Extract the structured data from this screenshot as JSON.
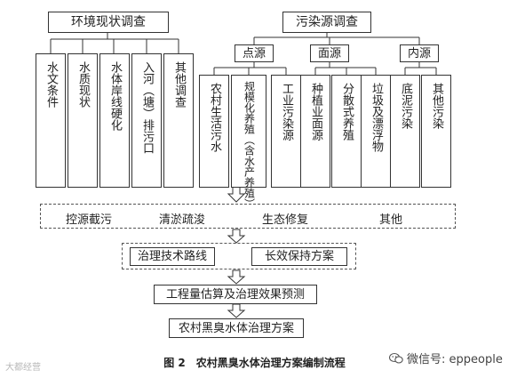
{
  "survey": {
    "environment": {
      "title": "环境现状调查",
      "items": [
        "水文条件",
        "水质现状",
        "水体岸线硬化",
        "入河（塘）排污口",
        "其他调查"
      ]
    },
    "pollution": {
      "title": "污染源调查",
      "groups": [
        {
          "label": "点源",
          "items": [
            "农村生活污水",
            "规模化养殖（含水产养殖）",
            "工业污染源"
          ]
        },
        {
          "label": "面源",
          "items": [
            "种植业面源",
            "分散式养殖",
            "垃圾及漂浮物"
          ]
        },
        {
          "label": "内源",
          "items": [
            "底泥污染",
            "其他污染"
          ]
        }
      ]
    }
  },
  "measures": [
    "控源截污",
    "清淤疏浚",
    "生态修复",
    "其他"
  ],
  "plans": [
    "治理技术路线",
    "长效保持方案"
  ],
  "estimate": "工程量估算及治理效果预测",
  "final": "农村黑臭水体治理方案",
  "caption": "图 2　农村黑臭水体治理方案编制流程",
  "watermark": {
    "left": "大都经营",
    "right": "微信号: eppeople"
  }
}
